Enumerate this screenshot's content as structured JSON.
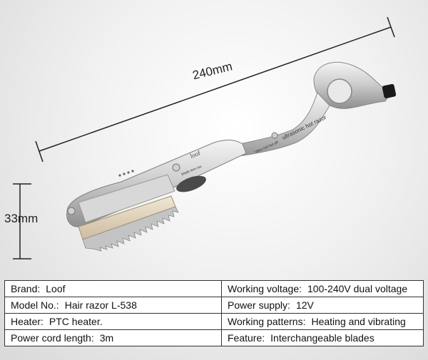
{
  "dimensions": {
    "length": "240mm",
    "height": "33mm"
  },
  "product_markings": {
    "brand_logo": "loof",
    "model_text": "ultrasonic hot razor",
    "switch_text": "Vibra hot  hot off",
    "blade_text": "blade tem rev"
  },
  "specs": [
    {
      "left": {
        "label": "Brand:",
        "value": "Loof"
      },
      "right": {
        "label": "Working voltage:",
        "value": "100-240V dual voltage"
      }
    },
    {
      "left": {
        "label": "Model No.:",
        "value": "Hair razor L-538"
      },
      "right": {
        "label": "Power supply:",
        "value": "12V"
      }
    },
    {
      "left": {
        "label": "Heater:",
        "value": "PTC heater."
      },
      "right": {
        "label": "Working patterns:",
        "value": "Heating and vibrating"
      }
    },
    {
      "left": {
        "label": "Power cord length:",
        "value": "3m"
      },
      "right": {
        "label": "Feature:",
        "value": "Interchangeable blades"
      }
    }
  ],
  "colors": {
    "body_silver": "#c9c9c9",
    "blade": "#e8dcc6",
    "line": "#222222"
  }
}
